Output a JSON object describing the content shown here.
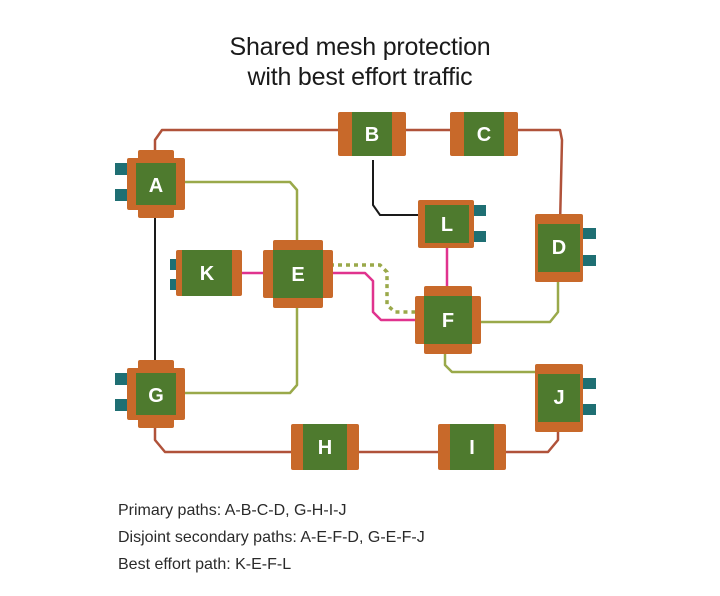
{
  "title": {
    "line1": "Shared mesh protection",
    "line2": "with best effort traffic"
  },
  "nodes": {
    "A": "A",
    "B": "B",
    "C": "C",
    "D": "D",
    "E": "E",
    "F": "F",
    "G": "G",
    "H": "H",
    "I": "I",
    "J": "J",
    "K": "K",
    "L": "L"
  },
  "legend": {
    "primary": "Primary paths: A-B-C-D, G-H-I-J",
    "secondary": "Disjoint secondary paths: A-E-F-D, G-E-F-J",
    "best_effort": "Best effort path: K-E-F-L"
  },
  "colors": {
    "primary_path": "#b0523a",
    "secondary_path": "#9aa94a",
    "best_effort_path": "#e0338e",
    "link": "#1a1a1a",
    "node_fill": "#4e7a2e",
    "node_border": "#c8692a",
    "port": "#1f6f73"
  }
}
